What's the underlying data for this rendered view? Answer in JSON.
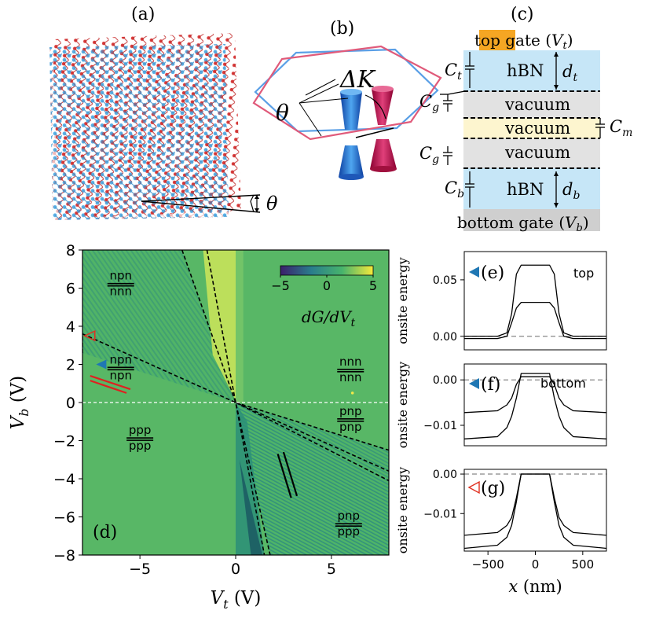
{
  "panels": {
    "a": "(a)",
    "b": "(b)",
    "c": "(c)",
    "d": "(d)",
    "e": "(e)",
    "f": "(f)",
    "g": "(g)"
  },
  "panel_a": {
    "angle_label": "θ"
  },
  "panel_b": {
    "delta_label": "ΔK",
    "angle_label": "θ"
  },
  "panel_c": {
    "layers": [
      "top gate (V_t)",
      "hBN",
      "vacuum",
      "vacuum",
      "vacuum",
      "hBN",
      "bottom gate (V_b)"
    ],
    "top_gate": {
      "pre": "top gate (",
      "sym": "V",
      "sub": "t",
      "post": ")"
    },
    "bottom_gate": {
      "pre": "bottom gate (",
      "sym": "V",
      "sub": "b",
      "post": ")"
    },
    "hbn": "hBN",
    "vacuum": "vacuum",
    "caps": {
      "Ct": [
        "C",
        "t"
      ],
      "Cg": [
        "C",
        "g"
      ],
      "Cm": [
        "C",
        "m"
      ],
      "Cb": [
        "C",
        "b"
      ]
    },
    "thickness": {
      "dt": [
        "d",
        "t"
      ],
      "db": [
        "d",
        "b"
      ]
    },
    "colors": {
      "gate_top": "#f5a623",
      "hbn": "#c6e6f7",
      "vacuum": "#e2e2e2",
      "vacuum_mid": "#fdf5cf",
      "gate_bottom": "#cfcfcf"
    }
  },
  "chart_data": [
    {
      "id": "d",
      "type": "heatmap",
      "xlabel": "V_t (V)",
      "ylabel": "V_b (V)",
      "xlim": [
        -8,
        8
      ],
      "ylim": [
        -8,
        8
      ],
      "xticks": [
        -5,
        0,
        5
      ],
      "yticks": [
        -8,
        -6,
        -4,
        -2,
        0,
        2,
        4,
        6,
        8
      ],
      "colorbar": {
        "label": "dG/dV_t",
        "range": [
          -5,
          5
        ],
        "ticks": [
          -5,
          0,
          5
        ],
        "colors": [
          "#3b1f6b",
          "#2a7d8c",
          "#47b46c",
          "#f6e93b"
        ]
      },
      "regions": [
        {
          "top": "npn",
          "bottom": "nnn",
          "x": -6.0,
          "y": 6.2
        },
        {
          "top": "npn",
          "bottom": "npn",
          "x": -6.0,
          "y": 1.8
        },
        {
          "top": "nnn",
          "bottom": "nnn",
          "x": 6.0,
          "y": 1.7
        },
        {
          "top": "ppp",
          "bottom": "ppp",
          "x": -5.0,
          "y": -1.9
        },
        {
          "top": "pnp",
          "bottom": "pnp",
          "x": 6.0,
          "y": -0.9
        },
        {
          "top": "pnp",
          "bottom": "ppp",
          "x": 5.9,
          "y": -6.4
        }
      ],
      "boundaries": [
        {
          "points": [
            [
              -8,
              3.6
            ],
            [
              8,
              -3.6
            ]
          ]
        },
        {
          "points": [
            [
              -2.8,
              8
            ],
            [
              0,
              0
            ],
            [
              1.8,
              -8
            ]
          ]
        },
        {
          "points": [
            [
              -1.5,
              8
            ],
            [
              0,
              0
            ],
            [
              1.5,
              -8
            ]
          ]
        },
        {
          "points": [
            [
              0,
              0
            ],
            [
              8,
              -2.5
            ]
          ]
        },
        {
          "points": [
            [
              0,
              0
            ],
            [
              8,
              -4.1
            ]
          ]
        },
        {
          "points": [
            [
              -8,
              2.6
            ],
            [
              -8,
              3.6
            ]
          ]
        }
      ],
      "markers": [
        {
          "shape": "open-triangle",
          "color": "#e03020",
          "x": -7.6,
          "y": 3.5
        },
        {
          "shape": "filled-triangle",
          "color": "#1f77b4",
          "x": -7.0,
          "y": 2.0
        }
      ]
    },
    {
      "id": "e",
      "type": "line",
      "tag": "top",
      "ylabel": "onsite energy",
      "xlim": [
        -750,
        750
      ],
      "ylim": [
        -0.012,
        0.075
      ],
      "yticks": [
        0.0,
        0.05
      ],
      "ytick_labels": [
        "0.00",
        "0.05"
      ],
      "reference_line": 0.0,
      "series": [
        {
          "x": [
            -750,
            -400,
            -300,
            -250,
            -200,
            -150,
            150,
            200,
            250,
            300,
            400,
            750
          ],
          "y": [
            0.0,
            0.0,
            0.003,
            0.02,
            0.055,
            0.063,
            0.063,
            0.055,
            0.02,
            0.003,
            0.0,
            0.0
          ]
        },
        {
          "x": [
            -750,
            -400,
            -300,
            -250,
            -200,
            -150,
            150,
            200,
            250,
            300,
            400,
            750
          ],
          "y": [
            -0.002,
            -0.002,
            0.0,
            0.012,
            0.025,
            0.03,
            0.03,
            0.025,
            0.012,
            0.0,
            -0.002,
            -0.002
          ]
        }
      ]
    },
    {
      "id": "f",
      "type": "line",
      "tag": "bottom",
      "ylabel": "onsite energy",
      "xlim": [
        -750,
        750
      ],
      "ylim": [
        -0.0145,
        0.0035
      ],
      "yticks": [
        -0.01,
        0.0
      ],
      "ytick_labels": [
        "−0.01",
        "0.00"
      ],
      "reference_line": 0.0,
      "series": [
        {
          "x": [
            -750,
            -400,
            -300,
            -250,
            -200,
            -150,
            150,
            200,
            250,
            300,
            400,
            750
          ],
          "y": [
            -0.0072,
            -0.0068,
            -0.0055,
            -0.004,
            -0.001,
            0.0007,
            0.0007,
            -0.001,
            -0.004,
            -0.0055,
            -0.0068,
            -0.0072
          ]
        },
        {
          "x": [
            -750,
            -400,
            -300,
            -250,
            -200,
            -150,
            150,
            200,
            250,
            300,
            400,
            750
          ],
          "y": [
            -0.013,
            -0.0125,
            -0.0105,
            -0.008,
            -0.004,
            0.0014,
            0.0014,
            -0.004,
            -0.008,
            -0.0105,
            -0.0125,
            -0.013
          ]
        }
      ]
    },
    {
      "id": "g",
      "type": "line",
      "ylabel": "onsite energy",
      "xlabel": "x (nm)",
      "xlim": [
        -750,
        750
      ],
      "ylim": [
        -0.0195,
        0.0012
      ],
      "xticks": [
        -500,
        0,
        500
      ],
      "xtick_labels": [
        "−500",
        "0",
        "500"
      ],
      "yticks": [
        -0.01,
        0.0
      ],
      "ytick_labels": [
        "−0.01",
        "0.00"
      ],
      "reference_line": 0.0,
      "series": [
        {
          "x": [
            -750,
            -400,
            -300,
            -250,
            -200,
            -150,
            150,
            200,
            250,
            300,
            400,
            750
          ],
          "y": [
            -0.0155,
            -0.0148,
            -0.013,
            -0.011,
            -0.006,
            0.0,
            0.0,
            -0.006,
            -0.011,
            -0.013,
            -0.0148,
            -0.0155
          ]
        },
        {
          "x": [
            -750,
            -400,
            -300,
            -250,
            -200,
            -150,
            150,
            200,
            250,
            300,
            400,
            750
          ],
          "y": [
            -0.0188,
            -0.018,
            -0.016,
            -0.013,
            -0.007,
            0.0,
            0.0,
            -0.007,
            -0.013,
            -0.016,
            -0.018,
            -0.0188
          ]
        }
      ]
    }
  ]
}
